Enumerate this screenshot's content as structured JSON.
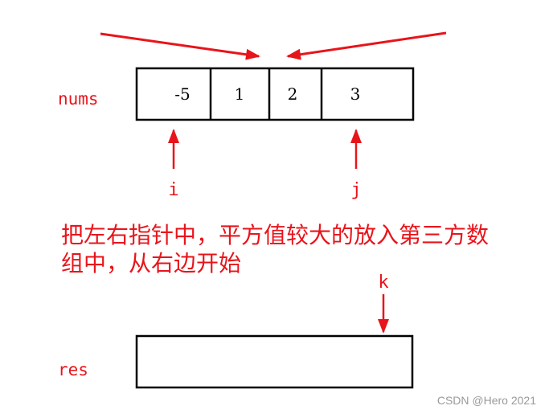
{
  "colors": {
    "accent": "#e8141b",
    "box_stroke": "#000000",
    "watermark": "#999999"
  },
  "nums": {
    "label": "nums",
    "values": [
      "-5",
      "1",
      "2",
      "3"
    ]
  },
  "res": {
    "label": "res"
  },
  "pointers": {
    "i": "i",
    "j": "j",
    "k": "k"
  },
  "caption": {
    "line1": "把左右指针中，平方值较大的放入第三方数",
    "line2": "组中，从右边开始"
  },
  "watermark": "CSDN @Hero 2021"
}
